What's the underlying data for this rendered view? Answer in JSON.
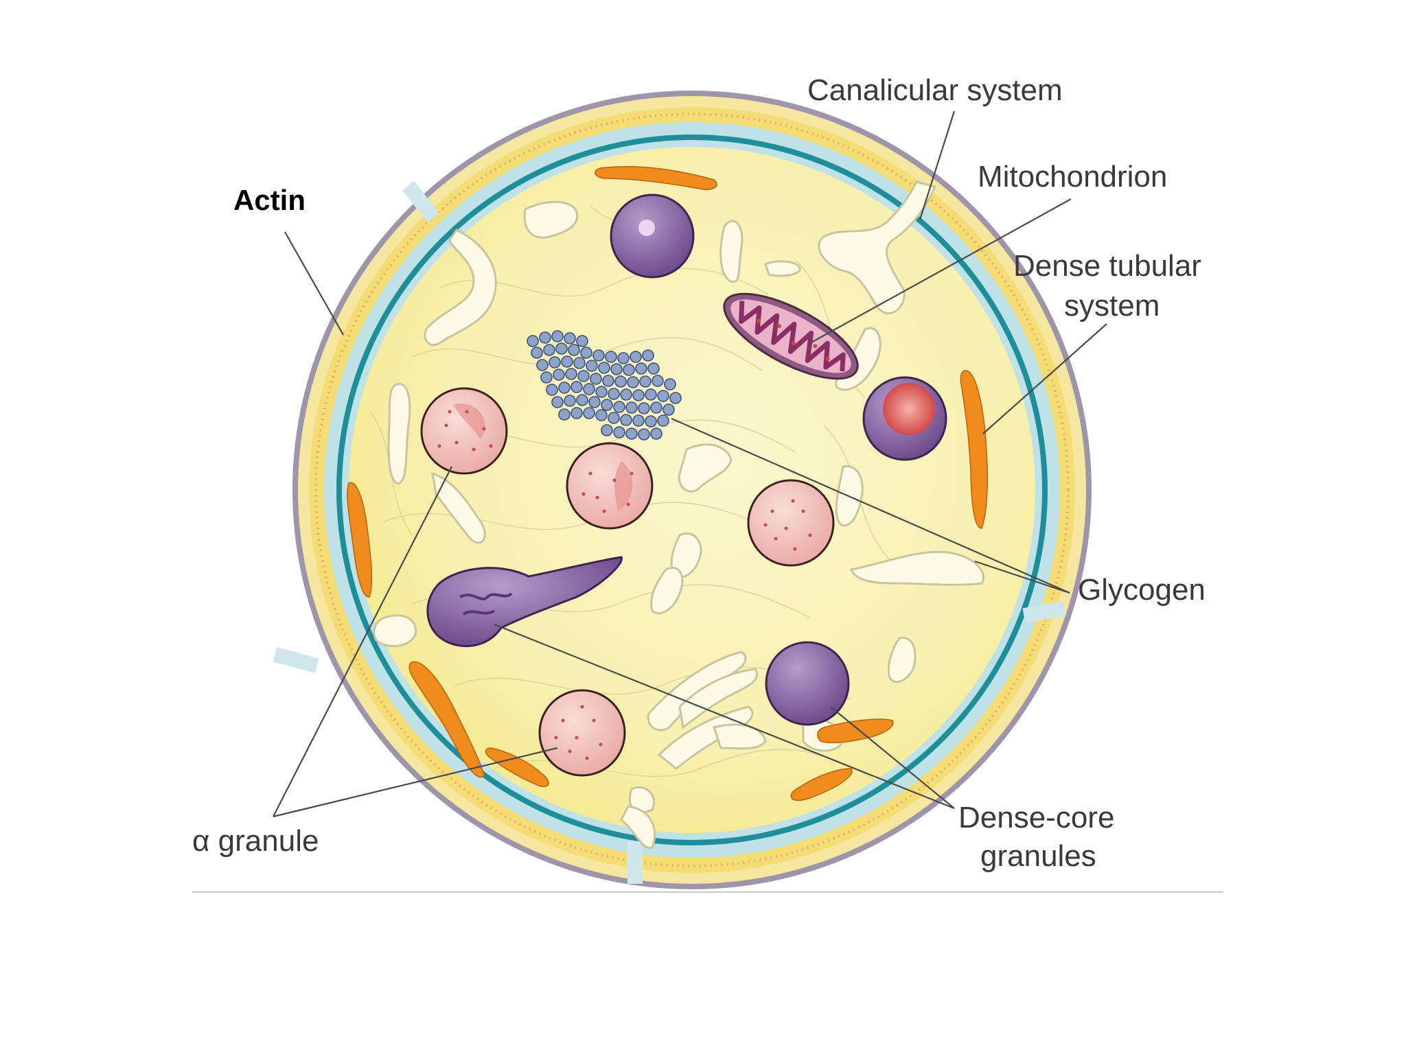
{
  "labels": {
    "actin": "Actin",
    "canalicular_system": "Canalicular system",
    "mitochondrion": "Mitochondrion",
    "dense_tubular_line1": "Dense tubular",
    "dense_tubular_line2": "system",
    "glycogen": "Glycogen",
    "alpha_granule": "α granule",
    "dense_core_line1": "Dense-core",
    "dense_core_line2": "granules"
  },
  "colors": {
    "cytoplasm": "#faf4b8",
    "cortex": "#f5e38a",
    "outer_membrane": "#9e95ab",
    "membrane_band": "#1e8f99",
    "inner_band": "#bfe1e8",
    "alpha_granule": "#f2c2bd",
    "dense_core_granule": "#8c6aa3",
    "dense_tubular_system": "#f08c1e",
    "glycogen": "#8ea3c8"
  }
}
